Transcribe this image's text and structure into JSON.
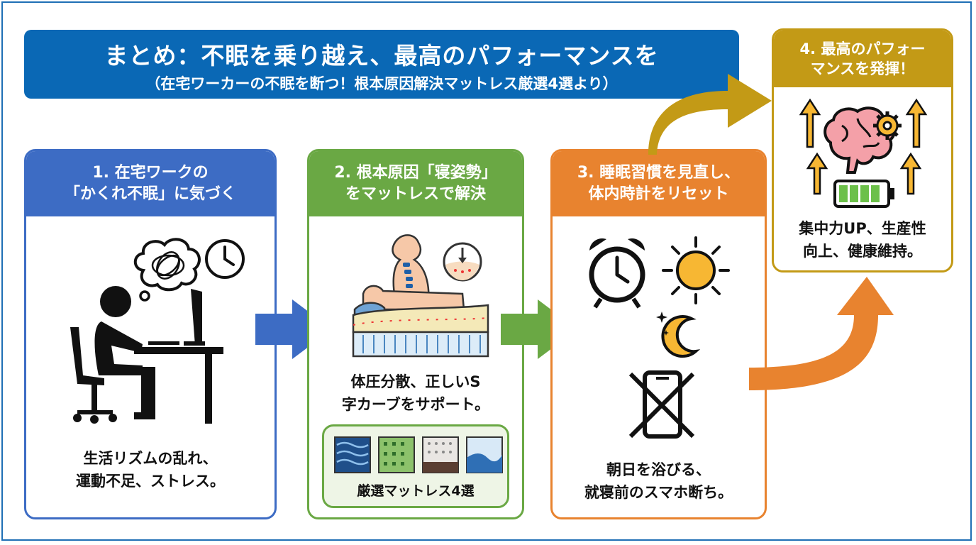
{
  "header": {
    "title": "まとめ：不眠を乗り越え、最高のパフォーマンスを",
    "subtitle": "（在宅ワーカーの不眠を断つ！根本原因解決マットレス厳選4選より）"
  },
  "steps": [
    {
      "heading_lines": [
        "1. 在宅ワークの",
        "「かくれ不眠」に気づく"
      ],
      "desc_lines": [
        "生活リズムの乱れ、",
        "運動不足、ストレス。"
      ]
    },
    {
      "heading_lines": [
        "2. 根本原因「寝姿勢」",
        "をマットレスで解決"
      ],
      "desc_lines": [
        "体圧分散、正しいS",
        "字カーブをサポート。"
      ],
      "badge_label": "厳選マットレス4選"
    },
    {
      "heading_lines": [
        "3. 睡眠習慣を見直し、",
        "体内時計をリセット"
      ],
      "desc_lines": [
        "朝日を浴びる、",
        "就寝前のスマホ断ち。"
      ]
    },
    {
      "heading_lines": [
        "4. 最高のパフォー",
        "マンスを発揮！"
      ],
      "desc_lines": [
        "集中力UP、生産性",
        "向上、健康維持。"
      ]
    }
  ],
  "colors": {
    "header": "#0a68b5",
    "step1": "#3d6cc4",
    "step2": "#6aa844",
    "step3": "#e8832f",
    "step4": "#c39a16"
  },
  "icons": [
    "worried-thought-icon",
    "clock-icon",
    "desk-worker-icon",
    "spine-mattress-icon",
    "pressure-gauge-icon",
    "alarm-clock-icon",
    "sun-icon",
    "moon-stars-icon",
    "no-phone-icon",
    "brain-gear-icon",
    "up-arrow-icon",
    "battery-icon"
  ]
}
